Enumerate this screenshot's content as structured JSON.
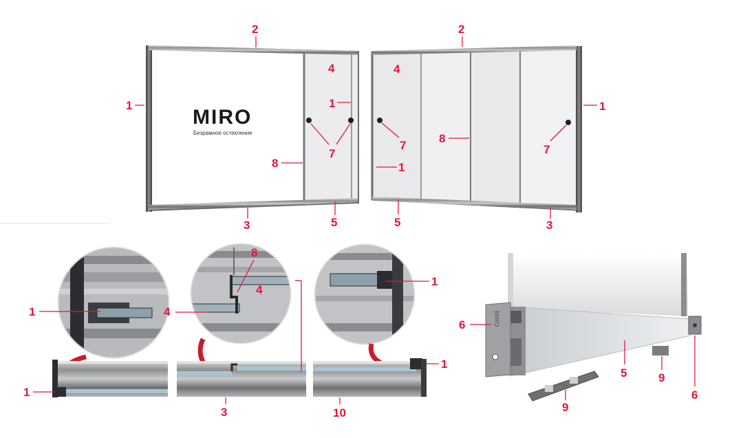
{
  "brand": {
    "logo_text": "MIRO",
    "tagline": "Безрамное остекление",
    "endcap_vertical_text": "MIRO"
  },
  "callouts": {
    "window_left": {
      "top": "2",
      "left_side": "1",
      "panel": "4",
      "right_frame": "1",
      "handles": "7",
      "center_post": "8",
      "bottom_left": "3",
      "bottom_right": "5"
    },
    "window_right": {
      "top": "2",
      "panel": "4",
      "handle_left": "7",
      "inner_post": "8",
      "inner_frame": "1",
      "right_side": "1",
      "handle_right": "7",
      "bottom_left": "5",
      "bottom_right": "3"
    },
    "detail_left": {
      "circle_profile": "1",
      "rail_profile": "1"
    },
    "detail_center": {
      "post": "8",
      "glass_a": "4",
      "glass_b": "4",
      "rail_bottom": "3"
    },
    "detail_right": {
      "circle_profile": "1",
      "rail_profile": "1",
      "rail_bottom": "10"
    },
    "threshold": {
      "endcap_left": "6",
      "sill": "5",
      "slider_small": "9",
      "endcap_right": "6",
      "slider_large": "9"
    }
  },
  "colors": {
    "accent": "#e4153b",
    "frame": "#5b5b5b",
    "glass": "#ececee"
  }
}
